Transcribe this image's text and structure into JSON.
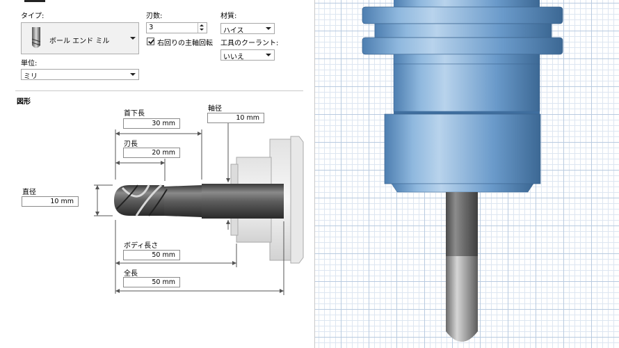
{
  "settings": {
    "type_label": "タイプ:",
    "type_value": "ボール エンド ミル",
    "type_icon": "ball-end-mill-icon",
    "flutes_label": "刃数:",
    "flutes_value": "3",
    "spindle_label": "右回りの主軸回転",
    "spindle_checked": true,
    "material_label": "材質:",
    "material_value": "ハイス",
    "coolant_label": "工具のクーラント:",
    "coolant_value": "いいえ",
    "unit_label": "単位:",
    "unit_value": "ミリ"
  },
  "geometry": {
    "section_title": "図形",
    "neck_length_label": "首下長",
    "neck_length_value": "30 mm",
    "shaft_dia_label": "軸径",
    "shaft_dia_value": "10 mm",
    "flute_length_label": "刃長",
    "flute_length_value": "20 mm",
    "diameter_label": "直径",
    "diameter_value": "10 mm",
    "body_length_label": "ボディ長さ",
    "body_length_value": "50 mm",
    "overall_length_label": "全長",
    "overall_length_value": "50 mm"
  },
  "colors": {
    "holder_blue": "#6f9dc9",
    "grid_major": "#b9cbe0",
    "grid_minor": "#dde6f1"
  }
}
